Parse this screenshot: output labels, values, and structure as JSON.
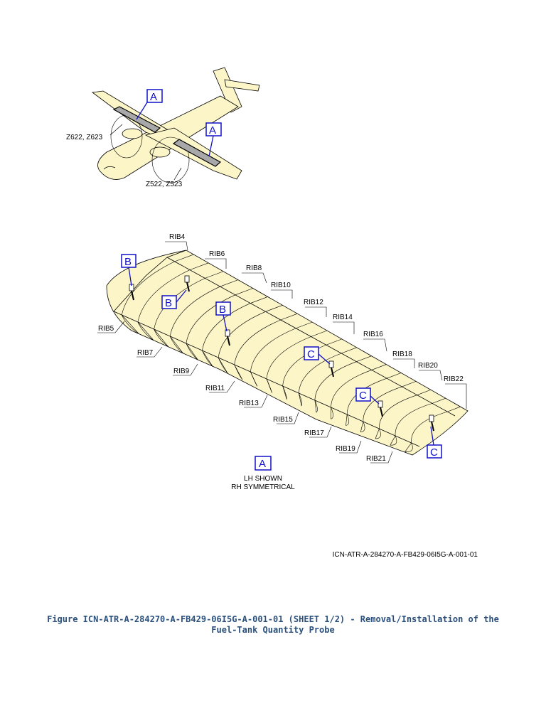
{
  "aircraft": {
    "callout_a1": "A",
    "callout_a2": "A",
    "zone_left": "Z622, Z623",
    "zone_right": "Z522, Z523"
  },
  "wing": {
    "ribs_top": [
      "RIB4",
      "RIB6",
      "RIB8",
      "RIB10",
      "RIB12",
      "RIB14",
      "RIB16",
      "RIB18",
      "RIB20",
      "RIB22"
    ],
    "ribs_bottom": [
      "RIB5",
      "RIB7",
      "RIB9",
      "RIB11",
      "RIB13",
      "RIB15",
      "RIB17",
      "RIB19",
      "RIB21"
    ],
    "callouts_b": [
      "B",
      "B",
      "B"
    ],
    "callouts_c": [
      "C",
      "C",
      "C"
    ]
  },
  "view_ref": {
    "letter": "A",
    "line1": "LH SHOWN",
    "line2": "RH SYMMETRICAL"
  },
  "icn_code": "ICN-ATR-A-284270-A-FB429-06I5G-A-001-01",
  "caption": {
    "line1": "Figure ICN-ATR-A-284270-A-FB429-06I5G-A-001-01 (SHEET 1/2) - Removal/Installation of the",
    "line2": "Fuel-Tank Quantity Probe"
  },
  "colors": {
    "fill": "#fbf5c8",
    "callout": "#1010c8",
    "caption": "#2a4f7c"
  }
}
